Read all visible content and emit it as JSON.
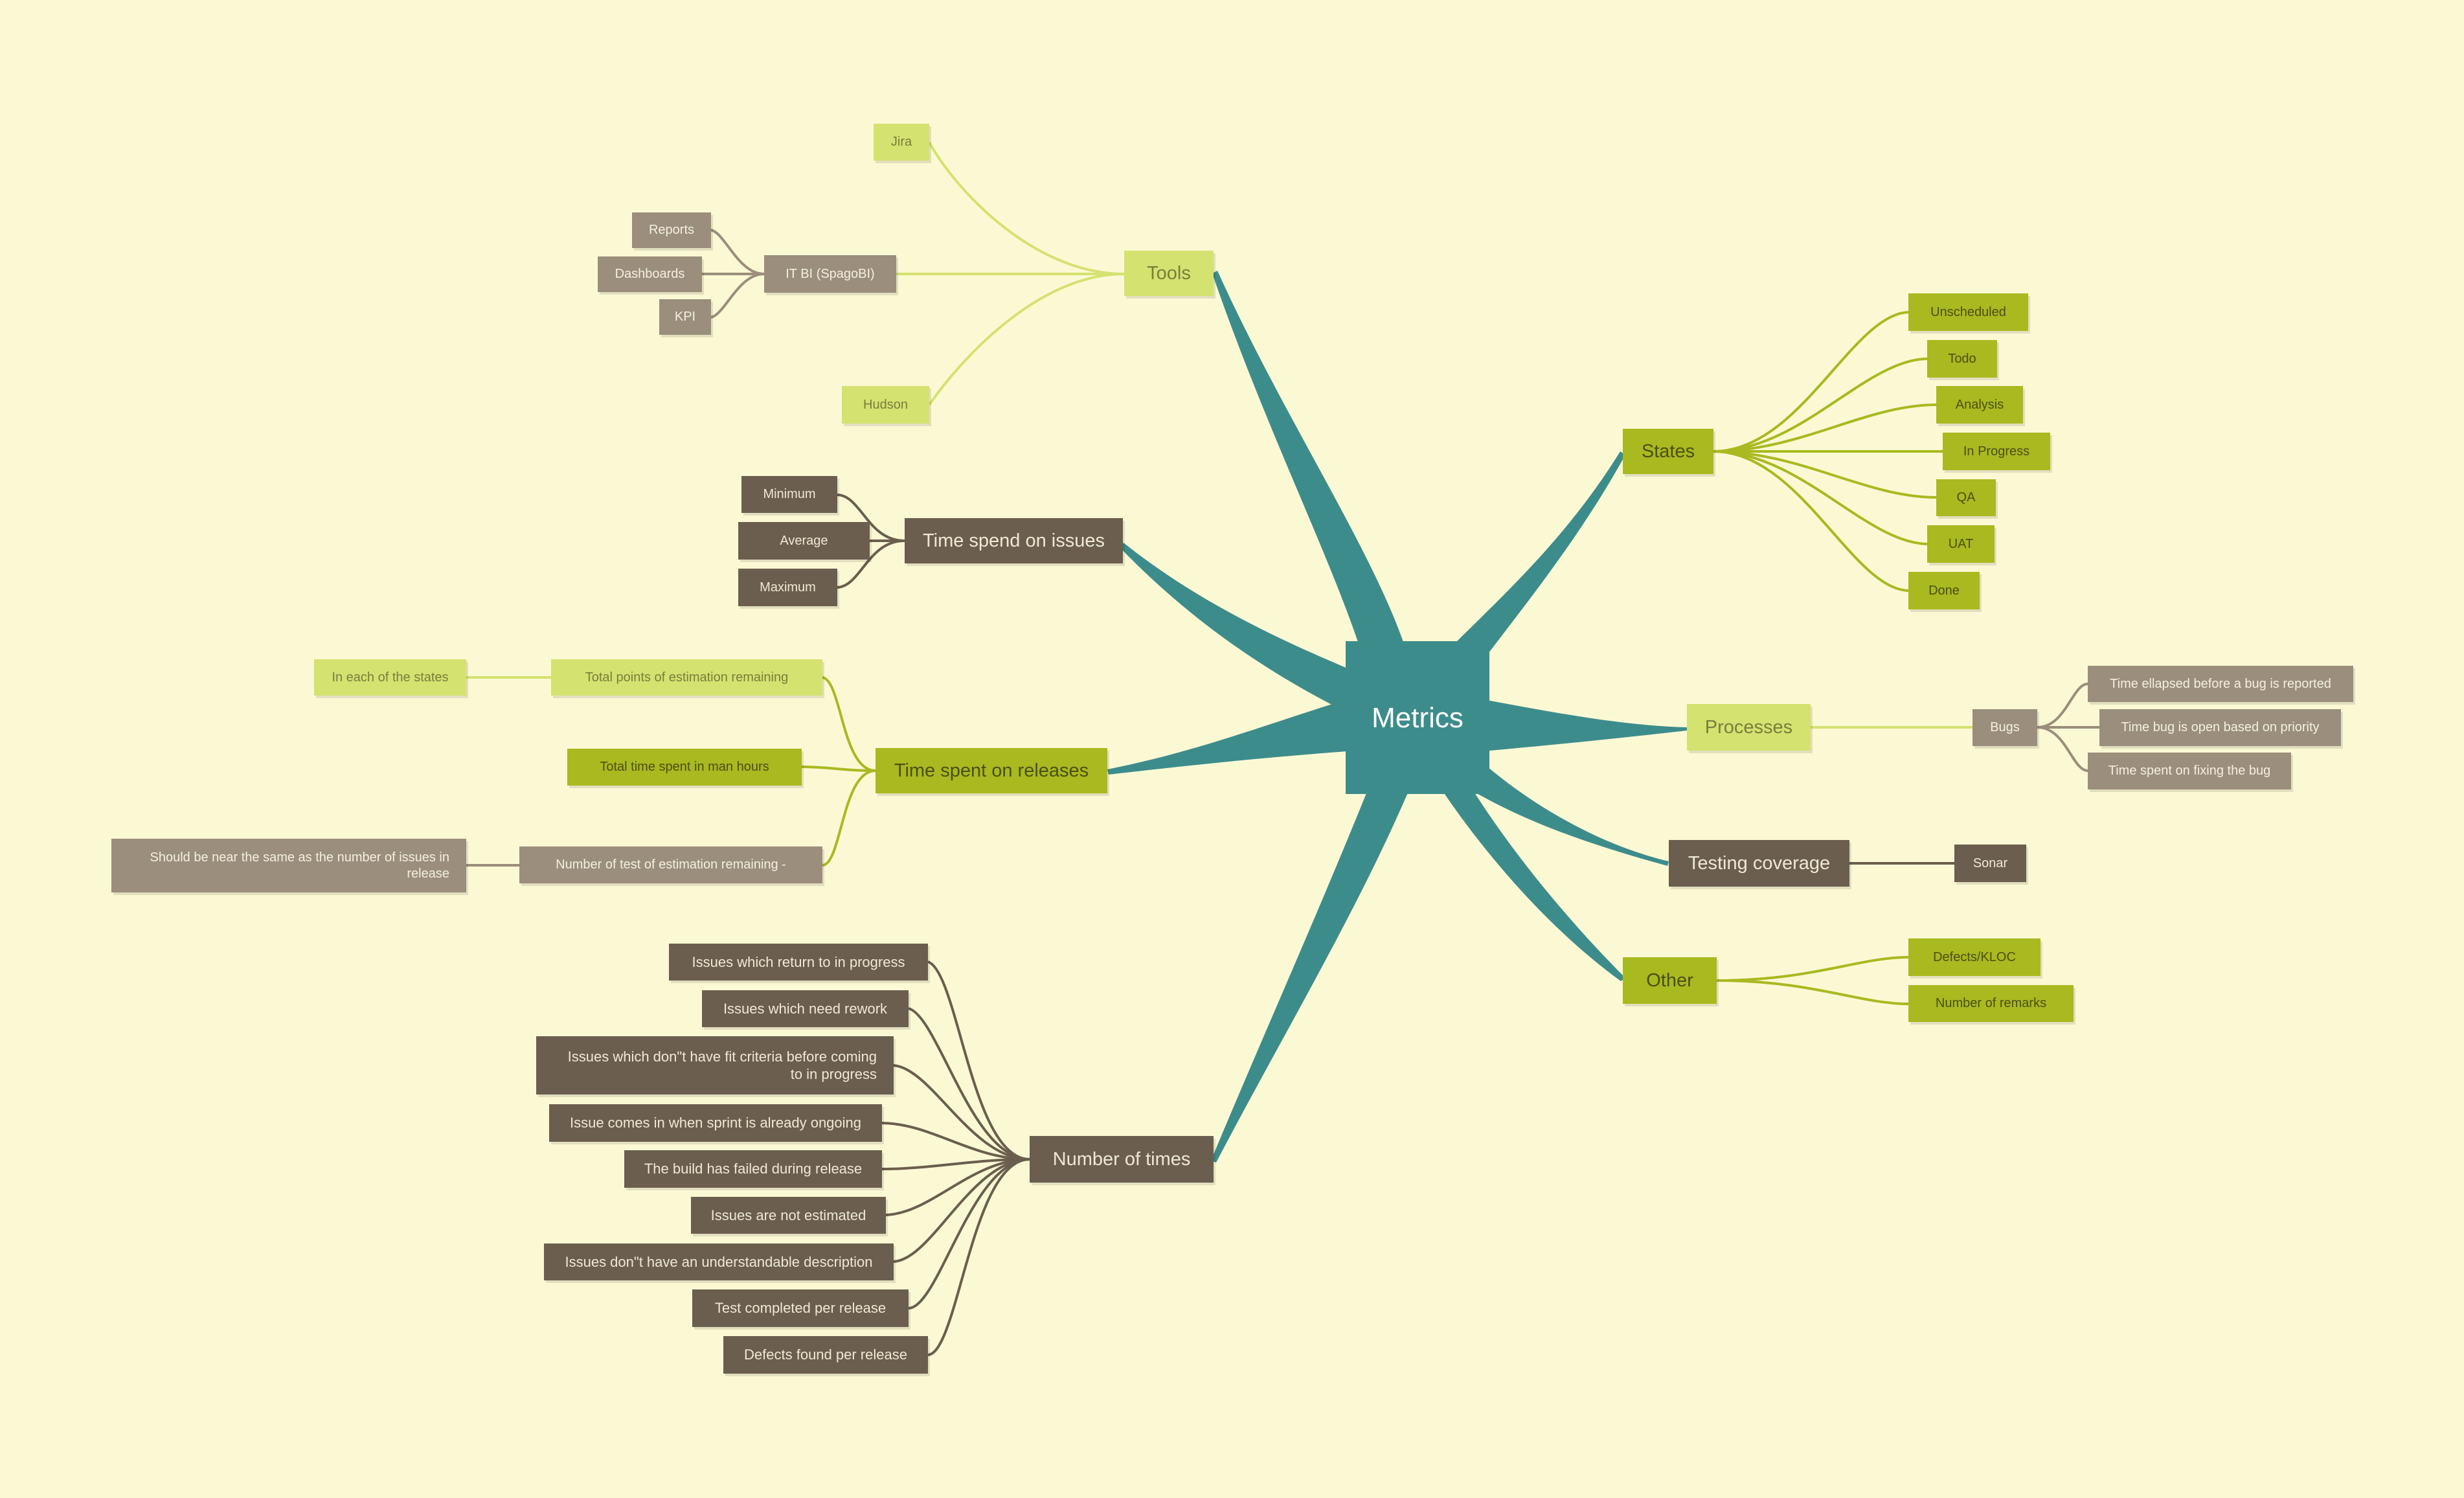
{
  "central": {
    "label": "Metrics"
  },
  "tools": {
    "label": "Tools",
    "jira": "Jira",
    "hudson": "Hudson",
    "it_bi": {
      "label": "IT BI (SpagoBI)",
      "items": [
        "Reports",
        "Dashboards",
        "KPI"
      ]
    }
  },
  "time_issues": {
    "label": "Time spend on issues",
    "items": [
      "Minimum",
      "Average",
      "Maximum"
    ]
  },
  "time_releases": {
    "label": "Time spent on releases",
    "points_remaining": "Total points of estimation remaining",
    "points_note": "In each of the states",
    "total_time": "Total time spent in man hours",
    "tests_remaining": "Number of test of estimation remaining -",
    "tests_note": "Should be near the same as the number of issues in release"
  },
  "number_of_times": {
    "label": "Number of times",
    "items": [
      "Issues which return to in progress",
      "Issues which need rework",
      "Issues which don\"t have fit criteria before coming to in progress",
      "Issue comes in when sprint is already ongoing",
      "The build has failed during release",
      "Issues are not estimated",
      "Issues don\"t have an understandable description",
      "Test completed per release",
      "Defects found per release"
    ]
  },
  "states": {
    "label": "States",
    "items": [
      "Unscheduled",
      "Todo",
      "Analysis",
      "In Progress",
      "QA",
      "UAT",
      "Done"
    ]
  },
  "processes": {
    "label": "Processes",
    "bugs": {
      "label": "Bugs",
      "items": [
        "Time ellapsed before a bug is reported",
        "Time bug is open based on priority",
        "Time spent on fixing the bug"
      ]
    }
  },
  "testing": {
    "label": "Testing coverage",
    "sonar": "Sonar"
  },
  "other": {
    "label": "Other",
    "items": [
      "Defects/KLOC",
      "Number of remarks"
    ]
  },
  "colors": {
    "background": "#fbf9d4",
    "teal": "#3d8c8c",
    "lime": "#a9b920",
    "pale_lime": "#d4e270",
    "dark_brown": "#6b5e4e",
    "grey_brown": "#9b8e7c"
  }
}
